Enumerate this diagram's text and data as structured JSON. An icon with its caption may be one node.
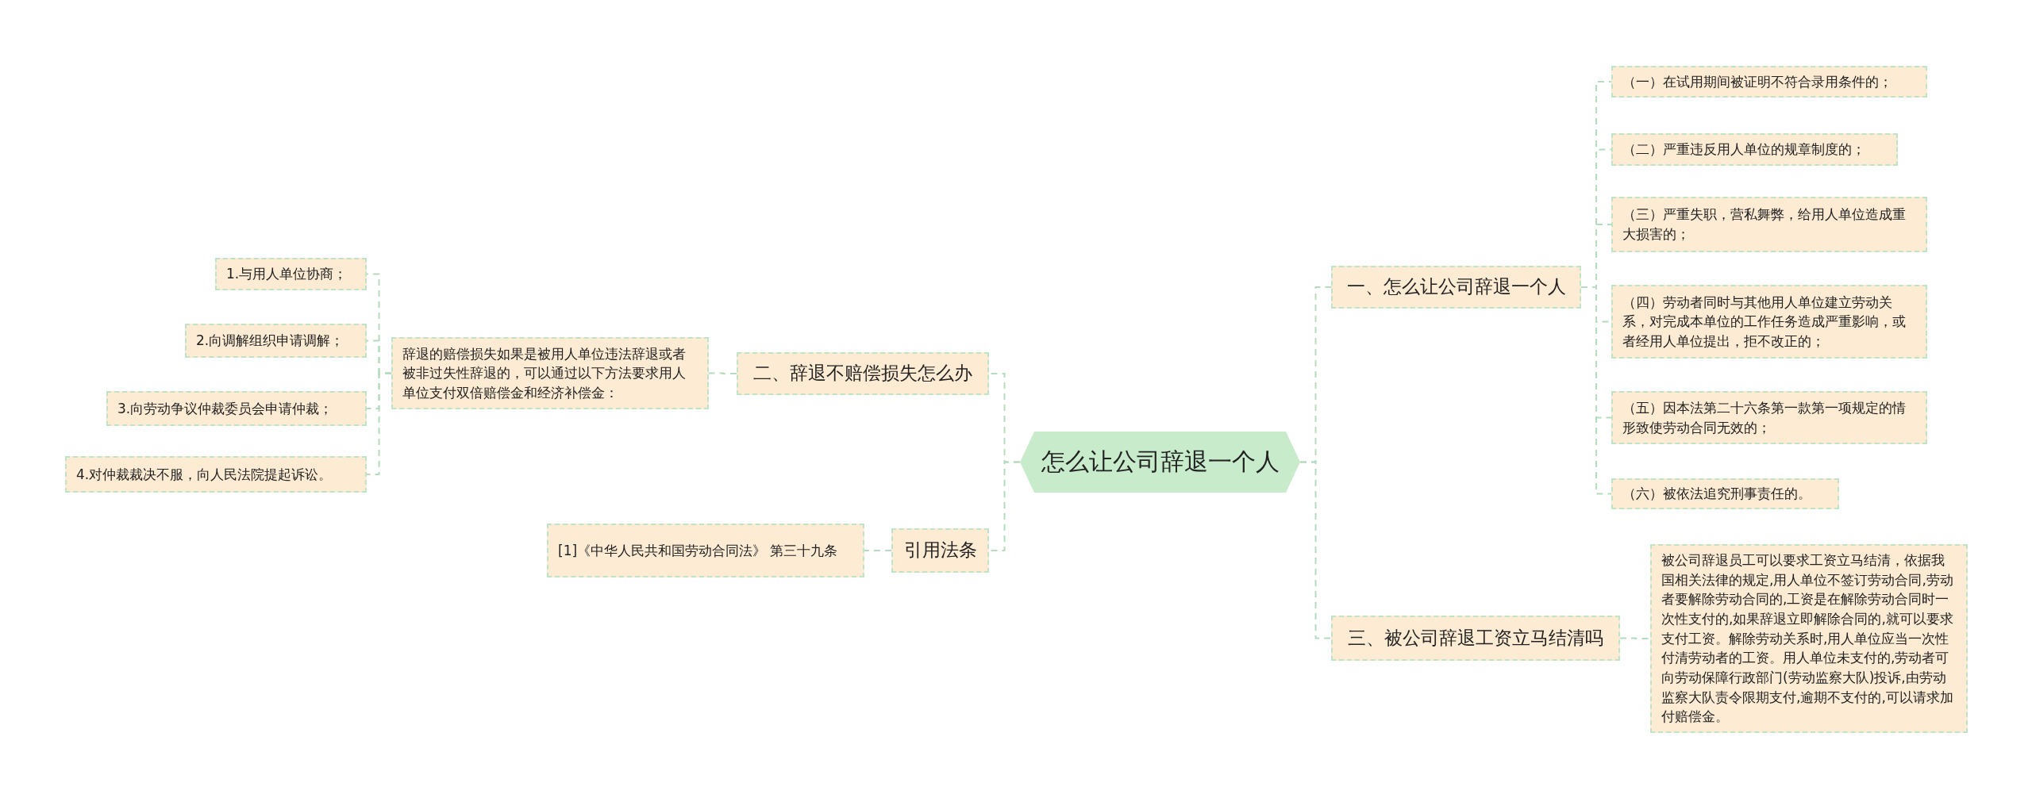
{
  "diagram": {
    "nodes": [
      {
        "text": [
          "怎么让公司辞退一个人"
        ]
      },
      {
        "text": [
          "一、怎么让公司辞退一个人"
        ]
      },
      {
        "text": [
          "（一）在试用期间被证明不符合录用条件的；"
        ]
      },
      {
        "text": [
          "（二）严重违反用人单位的规章制度的；"
        ]
      },
      {
        "text": [
          "（三）严重失职，营私舞弊，给用人单位造成重大损害的；"
        ]
      },
      {
        "text": [
          "（四）劳动者同时与其他用人单位建立劳动关系，对完成本单位的工作任务造成严重影响，或者经用人单位提出，拒不改正的；"
        ]
      },
      {
        "text": [
          "（五）因本法第二十六条第一款第一项规定的情形致使劳动合同无效的；"
        ]
      },
      {
        "text": [
          "（六）被依法追究刑事责任的。"
        ]
      },
      {
        "text": [
          "三、被公司辞退工资立马结清吗"
        ]
      },
      {
        "text": [
          "被公司辞退员工可以要求工资立马结清，依据我国相关法律的规定,用人单位不签订劳动合同,劳动者要解除劳动合同的,工资是在解除劳动合同时一次性支付的,如果辞退立即解除合同的,就可以要求支付工资。解除劳动关系时,用人单位应当一次性付清劳动者的工资。用人单位未支付的,劳动者可向劳动保障行政部门(劳动监察大队)投诉,由劳动监察大队责令限期支付,逾期不支付的,可以请求加付赔偿金。"
        ]
      },
      {
        "text": [
          "二、辞退不赔偿损失怎么办"
        ]
      },
      {
        "text": [
          "辞退的赔偿损失如果是被用人单位违法辞退或者被非过失性辞退的，可以通过以下方法要求用人单位支付双倍赔偿金和经济补偿金："
        ]
      },
      {
        "text": [
          "1.与用人单位协商；"
        ]
      },
      {
        "text": [
          "2.向调解组织申请调解；"
        ]
      },
      {
        "text": [
          "3.向劳动争议仲裁委员会申请仲裁；"
        ]
      },
      {
        "text": [
          "4.对仲裁裁决不服，向人民法院提起诉讼。"
        ]
      },
      {
        "text": [
          "引用法条"
        ]
      },
      {
        "text": [
          "[1]《中华人民共和国劳动合同法》 第三十九条"
        ]
      }
    ],
    "edges": [
      {
        "from": 0,
        "to": 1,
        "arrow": "none"
      },
      {
        "from": 1,
        "to": 2,
        "arrow": "none"
      },
      {
        "from": 1,
        "to": 3,
        "arrow": "none"
      },
      {
        "from": 1,
        "to": 4,
        "arrow": "none"
      },
      {
        "from": 1,
        "to": 5,
        "arrow": "none"
      },
      {
        "from": 1,
        "to": 6,
        "arrow": "none"
      },
      {
        "from": 1,
        "to": 7,
        "arrow": "none"
      },
      {
        "from": 0,
        "to": 8,
        "arrow": "none"
      },
      {
        "from": 8,
        "to": 9,
        "arrow": "none"
      },
      {
        "from": 0,
        "to": 10,
        "arrow": "none"
      },
      {
        "from": 10,
        "to": 11,
        "arrow": "none"
      },
      {
        "from": 11,
        "to": 12,
        "arrow": "none"
      },
      {
        "from": 11,
        "to": 13,
        "arrow": "none"
      },
      {
        "from": 11,
        "to": 14,
        "arrow": "none"
      },
      {
        "from": 11,
        "to": 15,
        "arrow": "none"
      },
      {
        "from": 0,
        "to": 16,
        "arrow": "none"
      },
      {
        "from": 16,
        "to": 17,
        "arrow": "none"
      }
    ]
  }
}
